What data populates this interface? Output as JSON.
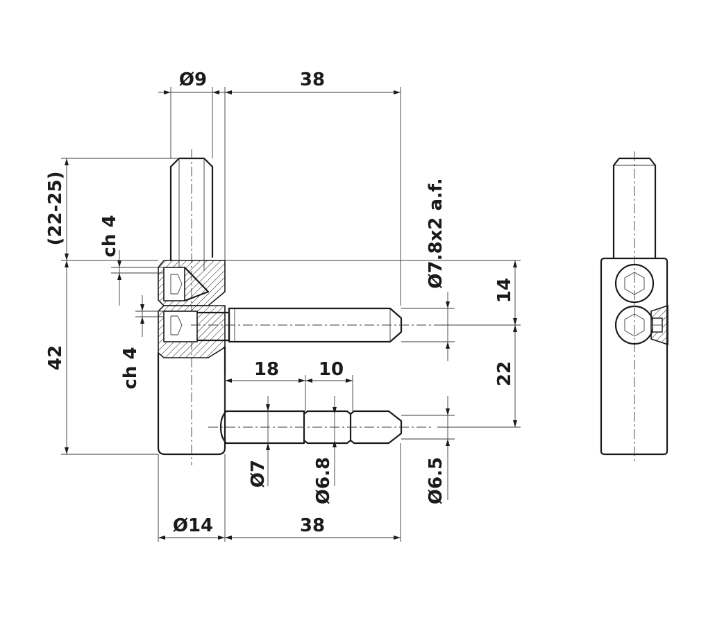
{
  "dimensions": {
    "pin_dia": "Ø9",
    "top_length": "38",
    "adjust_range": "(22-25)",
    "chamfer_top": "ch 4",
    "chamfer_bottom": "ch 4",
    "body_height": "42",
    "hex_key": "Ø7.8x2 a.f.",
    "spacing_top": "14",
    "spacing_bottom": "22",
    "step_a": "18",
    "step_b": "10",
    "dia_a": "Ø7",
    "dia_b": "Ø6.8",
    "dia_c": "Ø6.5",
    "body_dia": "Ø14",
    "bottom_length": "38"
  }
}
